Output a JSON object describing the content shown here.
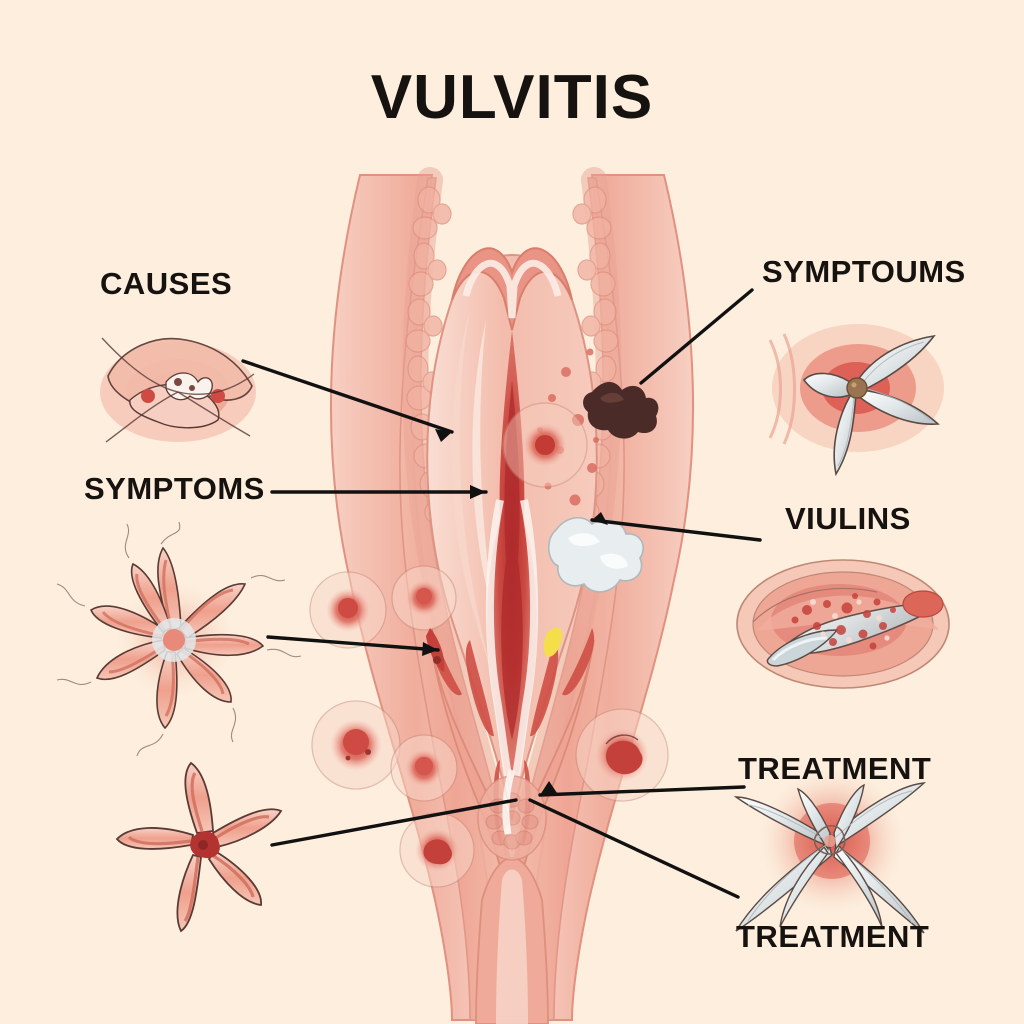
{
  "page": {
    "title": "VULVITIS",
    "background_color": "#FDEEDD",
    "text_color": "#16120F",
    "leader_line_color": "#111111"
  },
  "labels": {
    "causes": "CAUSES",
    "symptoms_left": "SYMPTOMS",
    "symptoums_right": "SYMPTOUMS",
    "viulins": "VIULINS",
    "treatment_upper": "TREATMENT",
    "treatment_lower": "TREATMENT"
  },
  "illustrations": [
    {
      "name": "causes-inset",
      "description": "irregular folded tissue inset with small central cluster",
      "side": "left",
      "linked_label": "CAUSES"
    },
    {
      "name": "symptoms-star-inset",
      "description": "star shaped structure with eight radiating pink arms and grey center",
      "side": "left",
      "linked_label": "SYMPTOMS"
    },
    {
      "name": "starfish-inset",
      "description": "five armed starfish shape with dark red center",
      "side": "left",
      "linked_label": "SYMPTOMS"
    },
    {
      "name": "symptoums-blades-inset",
      "description": "white curved blades radiating from brown center over inflamed red field",
      "side": "right",
      "linked_label": "SYMPTOUMS"
    },
    {
      "name": "viulins-oval-inset",
      "description": "oval tissue cross section with grey white band and red speckles",
      "side": "right",
      "linked_label": "VIULINS"
    },
    {
      "name": "treatment-needles-inset",
      "description": "crossing silver needle shapes over radial red glow",
      "side": "right",
      "linked_label": "TREATMENT"
    }
  ],
  "anatomy": {
    "name": "vulva-cross-section",
    "features": [
      "symmetric labial tissue layers",
      "follicular bumpy texture bands",
      "dark brown lesion patch",
      "white grey discharge patch",
      "yellow discharge fleck",
      "inflamed red central canal",
      "circular lesion magnifier bubbles"
    ],
    "colors": {
      "tissue_light": "#F6C3B4",
      "tissue_mid": "#EFA796",
      "tissue_deep": "#E2867A",
      "inflamed_red": "#C8413C",
      "lesion_dark": "#4A2B28",
      "discharge_white": "#E8EDEF",
      "discharge_yellow": "#F4DE4A"
    }
  }
}
